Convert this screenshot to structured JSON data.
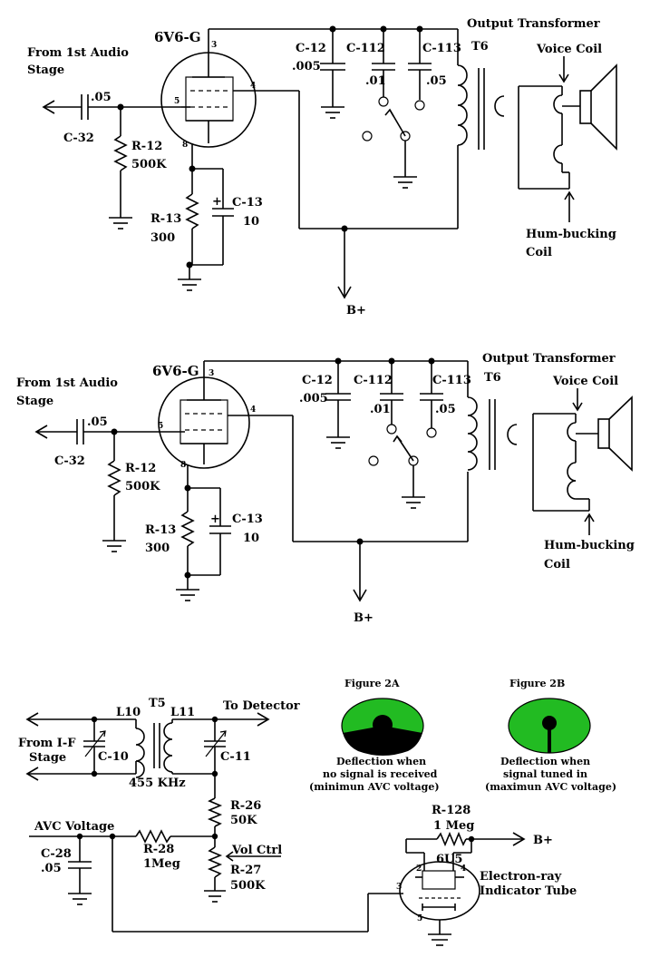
{
  "colors": {
    "ink": "#000000",
    "paper": "#ffffff",
    "indicator_glow": "#22bb22"
  },
  "schematic_a": {
    "input_label_1": "From 1st Audio",
    "input_label_2": "Stage",
    "tube": "6V6-G",
    "pin_plate": "3",
    "pin_grid": "5",
    "pin_screen": "4",
    "pin_cathode": "8",
    "c32": "C-32",
    "c32_val": ".05",
    "r12": "R-12",
    "r12_val": "500K",
    "r13": "R-13",
    "r13_val": "300",
    "c13": "C-13",
    "c13_val": "10",
    "c13_pol": "+",
    "c12": "C-12",
    "c12_val": ".005",
    "c112": "C-112",
    "c112_val": ".01",
    "c113": "C-113",
    "c113_val": ".05",
    "transformer_title": "Output Transformer",
    "transformer_ref": "T6",
    "voice_coil": "Voice Coil",
    "hum_1": "Hum-bucking",
    "hum_2": "Coil",
    "bplus": "B+"
  },
  "schematic_b": {
    "input_label_1": "From 1st Audio",
    "input_label_2": "Stage",
    "tube": "6V6-G",
    "pin_plate": "3",
    "pin_grid": "5",
    "pin_screen": "4",
    "pin_cathode": "8",
    "c32": "C-32",
    "c32_val": ".05",
    "r12": "R-12",
    "r12_val": "500K",
    "r13": "R-13",
    "r13_val": "300",
    "c13": "C-13",
    "c13_val": "10",
    "c13_pol": "+",
    "c12": "C-12",
    "c12_val": ".005",
    "c112": "C-112",
    "c112_val": ".01",
    "c113": "C-113",
    "c113_val": ".05",
    "transformer_title": "Output Transformer",
    "transformer_ref": "T6",
    "voice_coil": "Voice Coil",
    "hum_1": "Hum-bucking",
    "hum_2": "Coil",
    "bplus": "B+"
  },
  "avc": {
    "if_label_1": "From I-F",
    "if_label_2": "Stage",
    "l10": "L10",
    "t5": "T5",
    "l11": "L11",
    "to_detector": "To Detector",
    "c10": "C-10",
    "c11": "C-11",
    "freq": "455 KHz",
    "r26": "R-26",
    "r26_val": "50K",
    "avc_voltage": "AVC Voltage",
    "r28": "R-28",
    "r28_val": "1Meg",
    "vol_ctrl": "Vol Ctrl",
    "r27": "R-27",
    "r27_val": "500K",
    "c28": "C-28",
    "c28_val": ".05",
    "r128": "R-128",
    "r128_val": "1 Meg",
    "bplus": "B+",
    "tube": "6U5",
    "tube_desc_1": "Electron-ray",
    "tube_desc_2": "Indicator Tube",
    "pin_2": "2",
    "pin_4": "4",
    "pin_3": "3",
    "pin_5": "5"
  },
  "figures": {
    "a_title": "Figure 2A",
    "a_cap_1": "Deflection when",
    "a_cap_2": "no signal is received",
    "a_cap_3": "(minimun AVC voltage)",
    "b_title": "Figure 2B",
    "b_cap_1": "Deflection when",
    "b_cap_2": "signal tuned in",
    "b_cap_3": "(maximun AVC voltage)"
  }
}
